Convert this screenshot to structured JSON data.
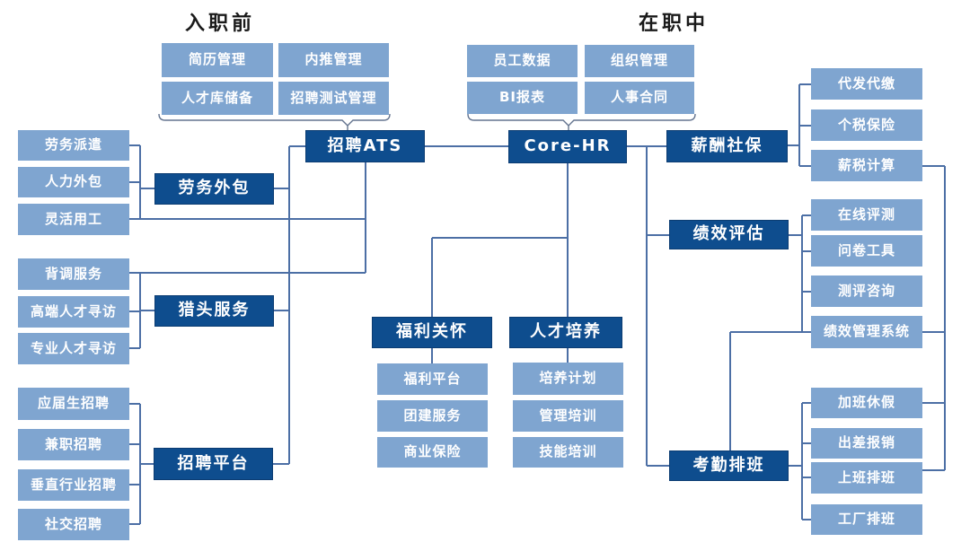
{
  "header": {
    "pre_onboarding": "入职前",
    "on_the_job": "在职中"
  },
  "colors": {
    "dark_box": "#0E4D8E",
    "light_box": "#7FA5D0",
    "line": "#4C6FA5",
    "bracket": "#64748F",
    "box_text": "#FFFFFF",
    "header_text": "#1A1A1A"
  },
  "core_nodes": {
    "recruiting_ats": "招聘ATS",
    "core_hr": "Core-HR",
    "payroll_social": "薪酬社保",
    "labor_outsourcing": "劳务外包",
    "headhunting": "猎头服务",
    "recruiting_platform": "招聘平台",
    "welfare_care": "福利关怀",
    "talent_development": "人才培养",
    "performance_evaluation": "绩效评估",
    "attendance_scheduling": "考勤排班"
  },
  "groups": {
    "ats_top": [
      "简历管理",
      "内推管理",
      "人才库储备",
      "招聘测试管理"
    ],
    "corehr_top": [
      "员工数据",
      "组织管理",
      "BI报表",
      "人事合同"
    ],
    "labor_outsourcing_items": [
      "劳务派遣",
      "人力外包",
      "灵活用工"
    ],
    "headhunting_items": [
      "背调服务",
      "高端人才寻访",
      "专业人才寻访"
    ],
    "platform_items": [
      "应届生招聘",
      "兼职招聘",
      "垂直行业招聘",
      "社交招聘"
    ],
    "welfare_items": [
      "福利平台",
      "团建服务",
      "商业保险"
    ],
    "training_items": [
      "培养计划",
      "管理培训",
      "技能培训"
    ],
    "payroll_items": [
      "代发代缴",
      "个税保险",
      "薪税计算"
    ],
    "performance_items": [
      "在线评测",
      "问卷工具",
      "测评咨询",
      "绩效管理系统"
    ],
    "attendance_items": [
      "加班休假",
      "出差报销",
      "上班排班",
      "工厂排班"
    ]
  }
}
